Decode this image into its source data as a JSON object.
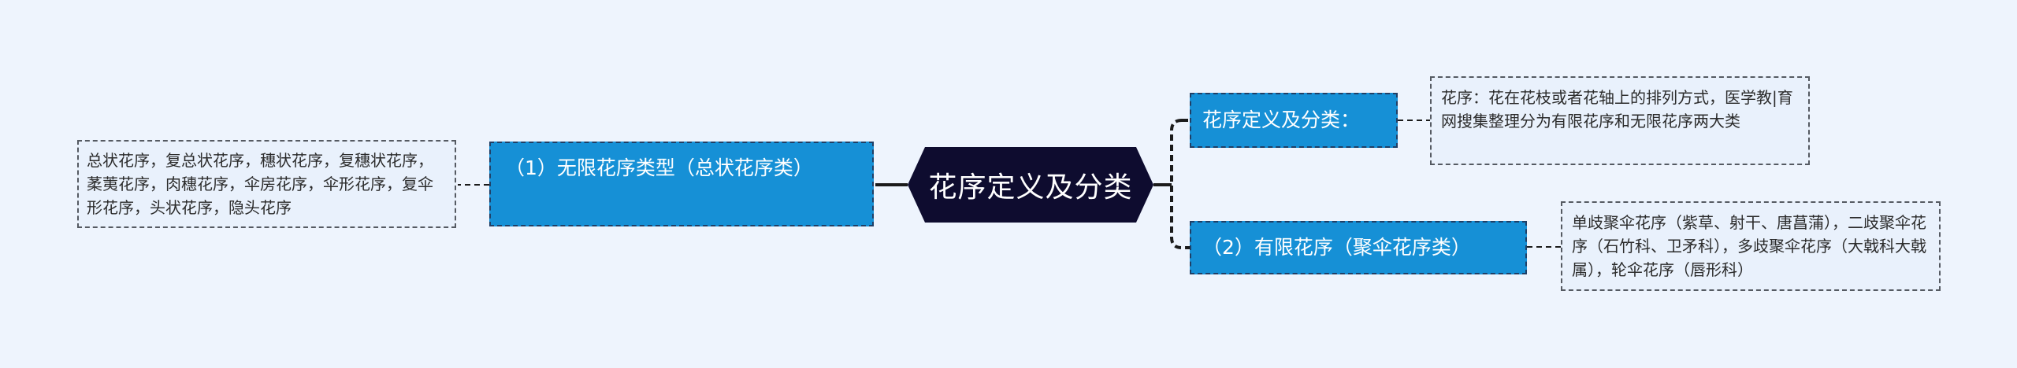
{
  "root": {
    "label": "花序定义及分类"
  },
  "branches": {
    "left": {
      "label": "（1）无限花序类型（总状花序类）"
    },
    "definition": {
      "label": "花序定义及分类："
    },
    "limited": {
      "label": "（2）有限花序（聚伞花序类）"
    }
  },
  "leaves": {
    "left": {
      "text": "总状花序，复总状花序，穗状花序，复穗状花序，葇荑花序，肉穗花序，伞房花序，伞形花序，复伞形花序，头状花序，隐头花序"
    },
    "definition": {
      "text": "花序：花在花枝或者花轴上的排列方式，医学教|育网搜集整理分为有限花序和无限花序两大类"
    },
    "limited": {
      "text": "单歧聚伞花序（紫草、射干、唐菖蒲），二歧聚伞花序（石竹科、卫矛科），多歧聚伞花序（大戟科大戟属），轮伞花序（唇形科）"
    }
  },
  "colors": {
    "background": "#eef4fd",
    "root_fill": "#0e0c2f",
    "branch_fill": "#1690d6",
    "leaf_fill": "#e9f1fc",
    "connector": "#1b1b1b"
  }
}
